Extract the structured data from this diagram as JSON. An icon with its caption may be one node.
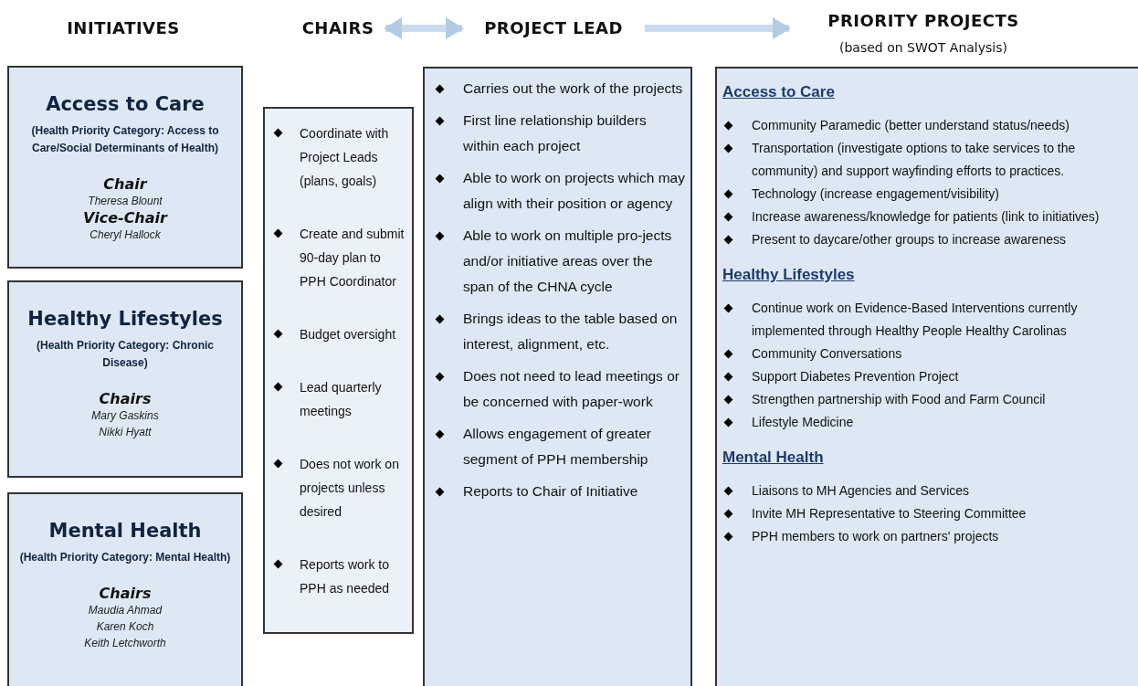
{
  "diagram": {
    "nodes": [
      {
        "text": [
          "CHAIRS"
        ]
      },
      {
        "text": [
          "PROJECT LEAD"
        ]
      },
      {
        "text": [
          "PRIORITY PROJECTS",
          "(based on SWOT Analysis)"
        ]
      },
      {
        "text": [
          "Access to Care",
          "(Health Priority Category: Access to Care/Social Determinants of Health)",
          "Chair",
          "Theresa Blount",
          "Vice-Chair",
          "Cheryl Hallock"
        ]
      },
      {
        "text": [
          "Healthy Lifestyles",
          "(Health Priority Category: Chronic Disease)",
          "Chairs",
          "Mary Gaskins",
          "Nikki Hyatt"
        ]
      },
      {
        "text": [
          "Mental Health",
          "(Health Priority Category: Mental Health)",
          "Chairs",
          "Maudia Ahmad",
          "Karen Koch",
          "Keith Letchworth"
        ]
      },
      {
        "text": [
          "Coordinate with Project Leads (plans, goals)",
          "Create and submit 90-day plan to PPH Coordinator",
          "Budget oversight",
          "Lead quarterly meetings",
          "Does not work on projects unless desired",
          "Reports work to PPH as needed"
        ]
      },
      {
        "text": [
          "Carries out the work of the projects",
          "First line relationship builders within each project",
          "Able to work on projects which may align with their position or agency",
          "Able to work on multiple pro-jects and/or initiative areas over the span of the CHNA cycle",
          "Brings ideas to the table based on interest, alignment, etc.",
          "Does not need to lead meetings or be concerned with paper-work",
          "Allows engagement of greater segment of PPH membership",
          "Reports to Chair of Initiative"
        ]
      },
      {
        "text": [
          "Access to Care",
          "Community Paramedic (better understand status/needs)",
          "Transportation (investigate options to take services to the community) and support wayfinding efforts to practices.",
          "Technology (increase engagement/visibility)",
          "Increase awareness/knowledge for patients (link to initiatives)",
          "Present to daycare/other groups to increase awareness",
          "Healthy Lifestyles",
          "Continue work on Evidence-Based Interventions currently implemented through Healthy People Healthy Carolinas",
          "Community Conversations",
          "Support Diabetes Prevention Project",
          "Strengthen partnership with Food and Farm Council",
          "Lifestyle Medicine",
          "Mental Health",
          "Liaisons to MH Agencies and Services",
          "Invite MH Representative to Steering Committee",
          "PPH members to work on partners' projects"
        ]
      }
    ],
    "edges": [
      {
        "from": 0,
        "to": 1,
        "arrow": "both"
      },
      {
        "from": 1,
        "to": 2,
        "arrow": "to"
      }
    ],
    "labels": [
      "INITIATIVES"
    ]
  }
}
